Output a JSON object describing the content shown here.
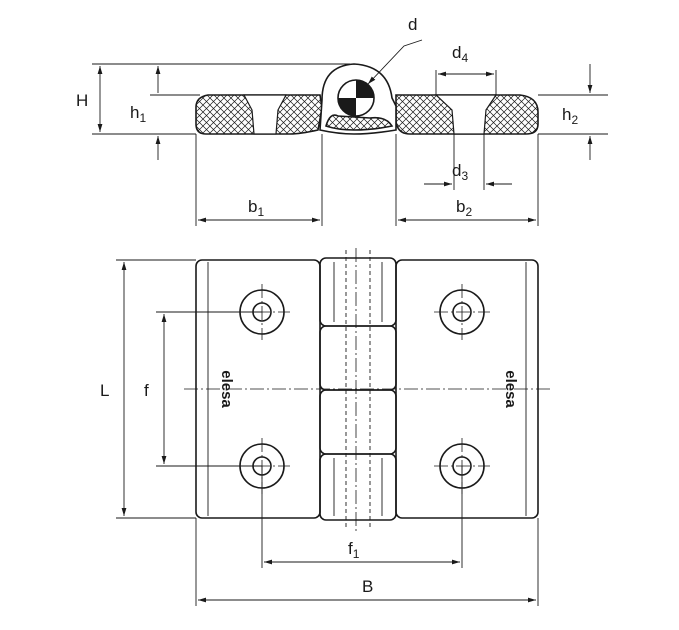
{
  "labels": {
    "d": "d",
    "d4": "d4",
    "d3": "d3",
    "H": "H",
    "h1": "h1",
    "h2": "h2",
    "b1": "b1",
    "b2": "b2",
    "L": "L",
    "f": "f",
    "f1": "f1",
    "B": "B"
  },
  "subscripts": {
    "d4": "4",
    "d3": "3",
    "h1": "1",
    "h2": "2",
    "b1": "1",
    "b2": "2",
    "f1": "1"
  },
  "logo_text": "elesa"
}
